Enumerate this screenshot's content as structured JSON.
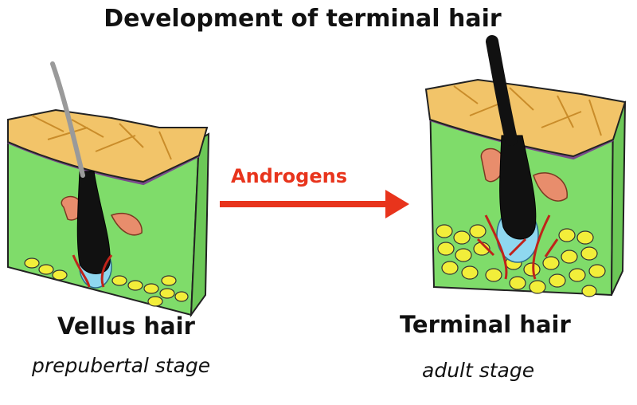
{
  "title": "Development of terminal hair",
  "arrow": {
    "label": "Androgens",
    "color": "#e8341c"
  },
  "left": {
    "name": "Vellus hair",
    "stage": "prepubertal stage"
  },
  "right": {
    "name": "Terminal hair",
    "stage": "adult stage"
  },
  "colors": {
    "skin_top": "#f2c469",
    "skin_edge": "#c98c2a",
    "dermis": "#7fdc6a",
    "fat": "#f2ee3a",
    "hair_vellus": "#9a9a9a",
    "hair_terminal": "#111111",
    "gland": "#e88d6c",
    "vessel": "#c0231a",
    "papilla": "#8fd8f0",
    "membrane": "#7a4a8c"
  }
}
